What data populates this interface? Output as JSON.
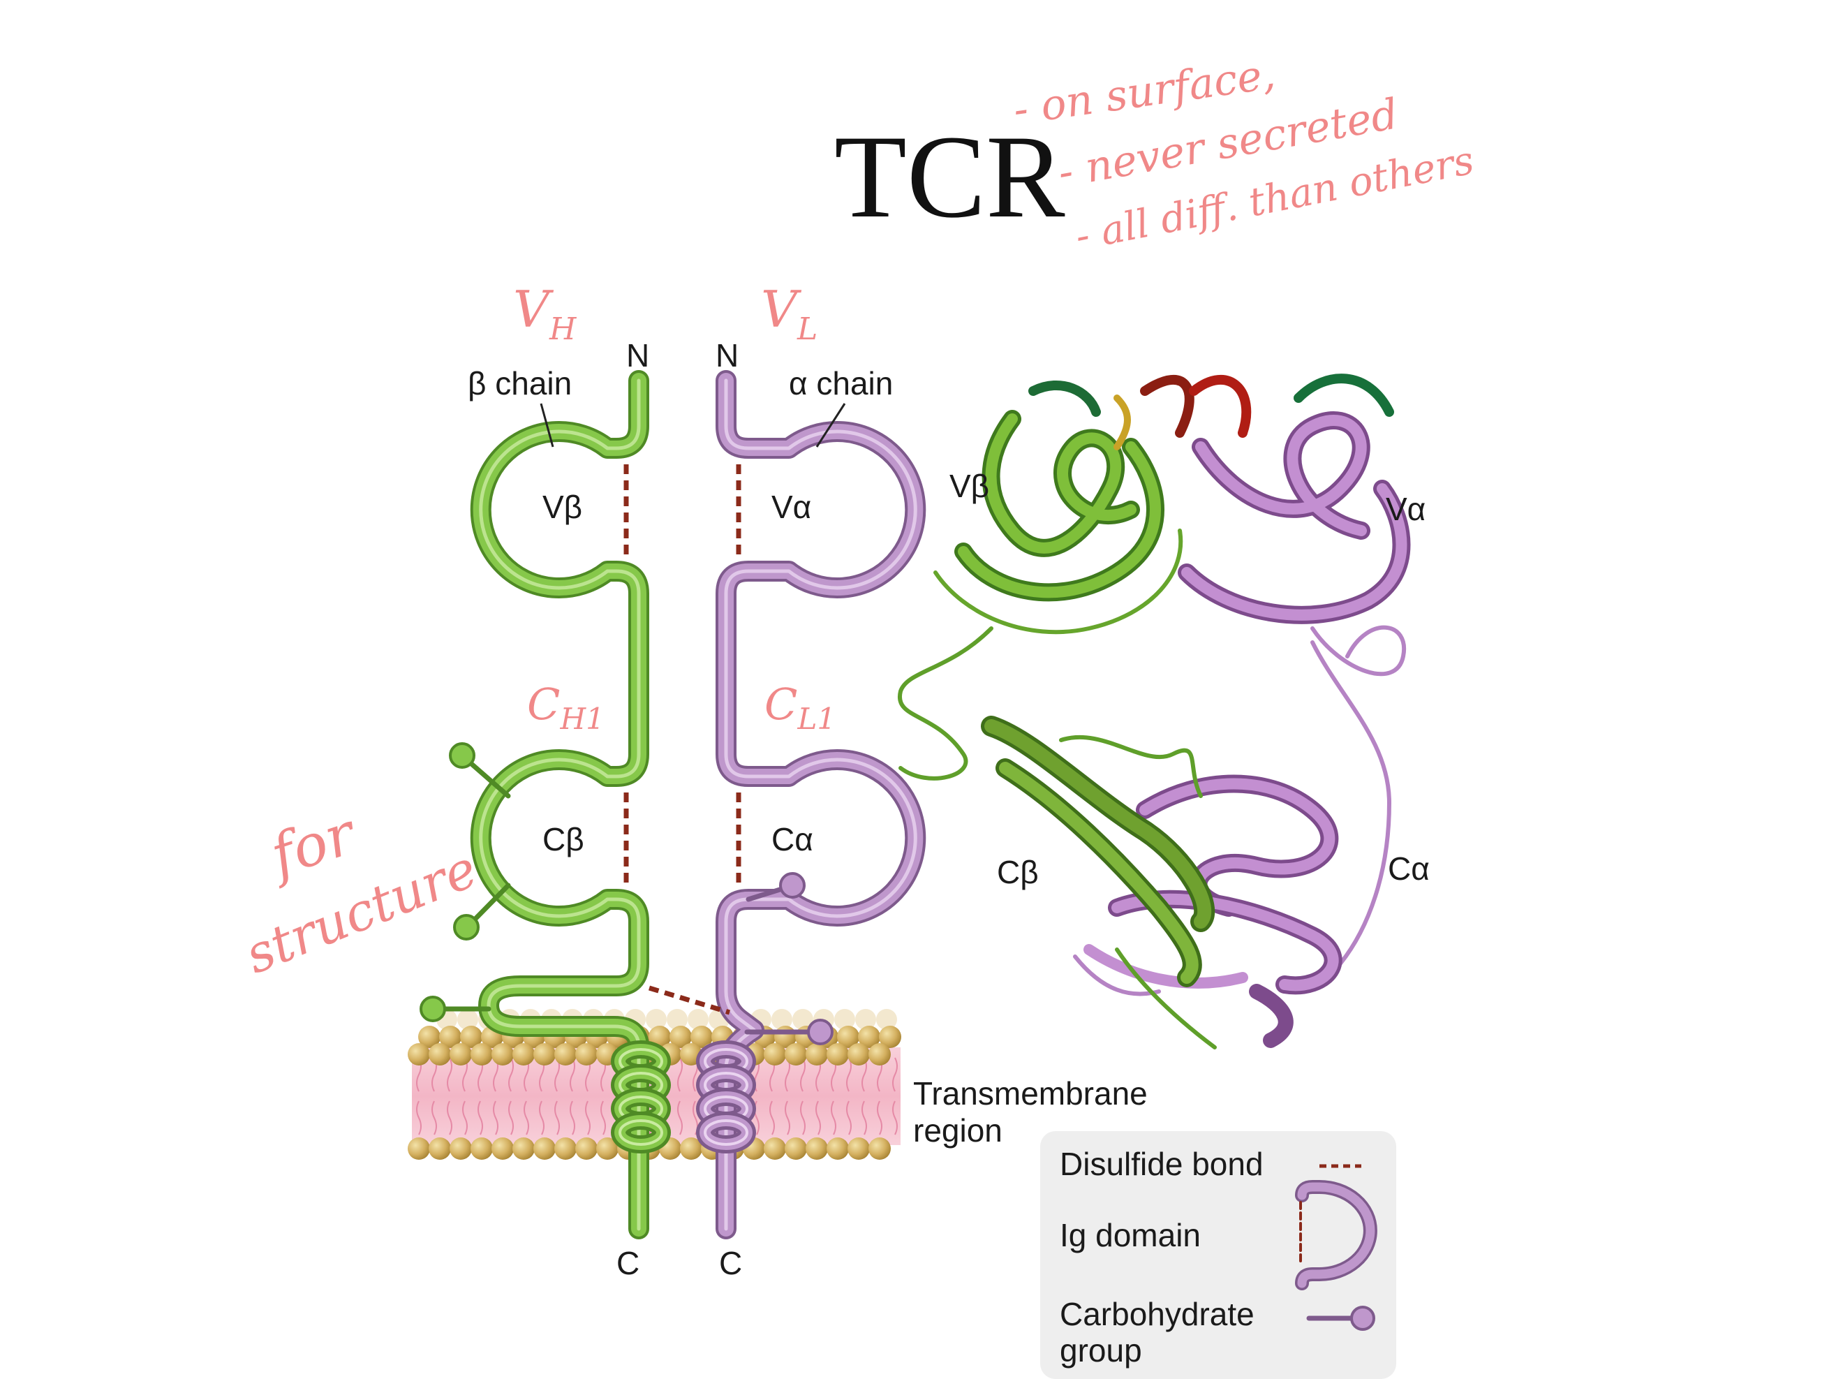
{
  "title": "TCR",
  "annotations": {
    "title_notes": [
      "- on surface,",
      "- never secreted",
      "- all diff. than others"
    ],
    "vh": "VH",
    "vl": "VL",
    "ch1": "CH1",
    "cl1": "CL1",
    "for_structure": [
      "for",
      "structure"
    ]
  },
  "schematic": {
    "beta_chain_label": "β chain",
    "alpha_chain_label": "α chain",
    "n_term_left": "N",
    "n_term_right": "N",
    "c_term_left": "C",
    "c_term_right": "C",
    "v_beta": "Vβ",
    "v_alpha": "Vα",
    "c_beta": "Cβ",
    "c_alpha": "Cα",
    "membrane_label_1": "Transmembrane",
    "membrane_label_2": "region"
  },
  "structure": {
    "v_beta": "Vβ",
    "v_alpha": "Vα",
    "c_beta": "Cβ",
    "c_alpha": "Cα"
  },
  "legend": {
    "disulfide": "Disulfide bond",
    "ig_domain": "Ig domain",
    "carbohydrate_1": "Carbohydrate",
    "carbohydrate_2": "group"
  },
  "colors": {
    "beta_chain": "#7fc241",
    "alpha_chain": "#b98fc4",
    "disulfide": "#8b2a1a",
    "annotation": "#f08a8a",
    "membrane_head": "#d9b96a",
    "membrane_tail": "#f2b8c6"
  }
}
